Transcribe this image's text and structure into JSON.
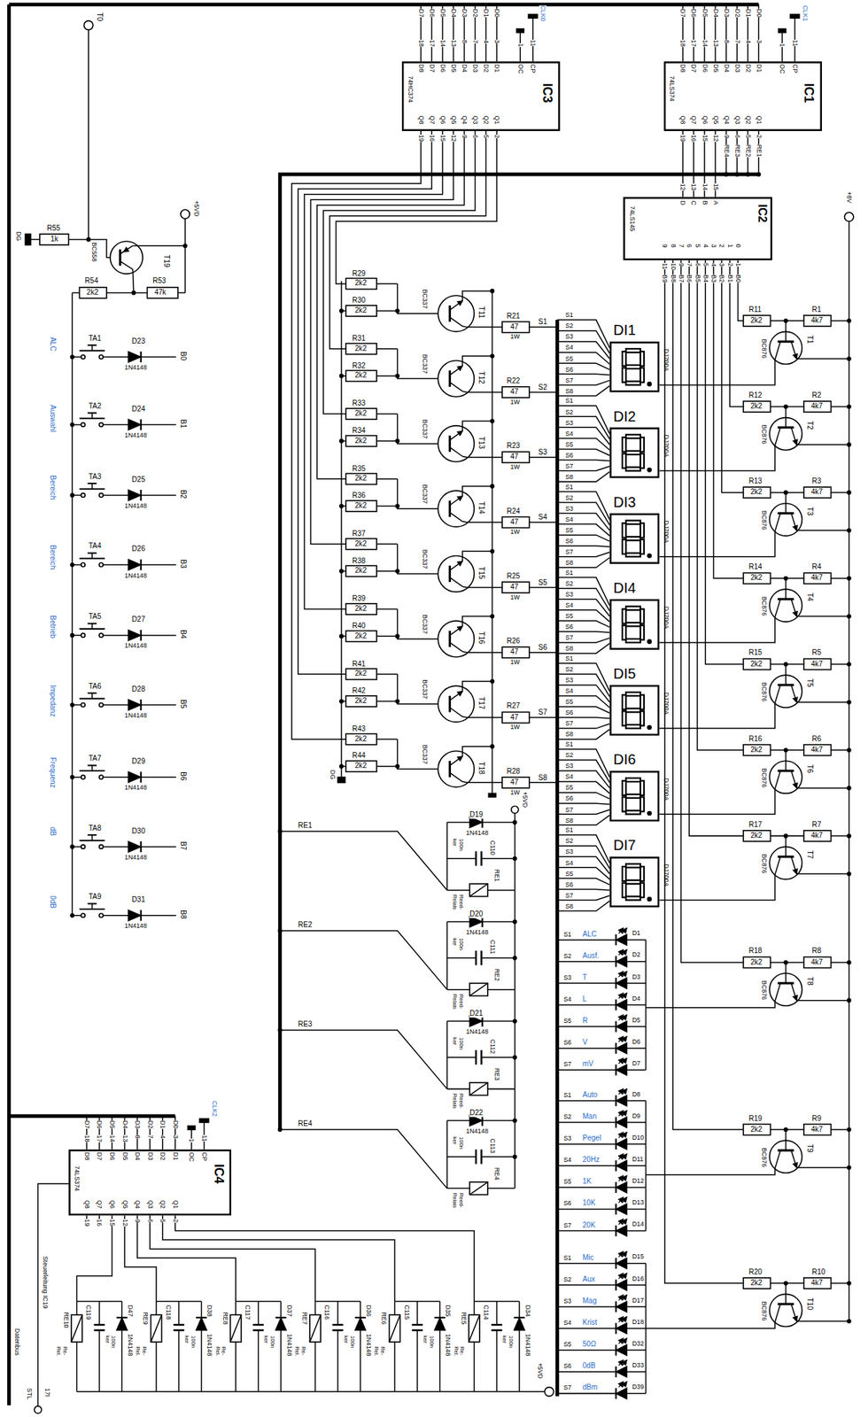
{
  "diagram": {
    "nodes": [
      {
        "text": [
          "IC3",
          "74HC374"
        ]
      },
      {
        "text": [
          "IC1",
          "74LS374"
        ]
      },
      {
        "text": [
          "IC2",
          "74LS145"
        ]
      },
      {
        "text": [
          "DI1",
          "DJ700A"
        ]
      },
      {
        "text": [
          "DI2",
          "DJ700A"
        ]
      },
      {
        "text": [
          "DI3",
          "DJ700A"
        ]
      },
      {
        "text": [
          "DI4",
          "DJ700A"
        ]
      },
      {
        "text": [
          "DI5",
          "DJ700A"
        ]
      },
      {
        "text": [
          "DI6",
          "DJ700A"
        ]
      },
      {
        "text": [
          "DI7",
          "DJ700A"
        ]
      },
      {
        "text": [
          "IC4",
          "74LS374"
        ]
      }
    ],
    "edges": [
      {
        "from": 1,
        "to": 2,
        "arrow": "none"
      }
    ],
    "labels": [
      "T0",
      "+5VD",
      "DG",
      "R55",
      "1k",
      "BC558",
      "T19",
      "R54",
      "2k2",
      "R53",
      "47k",
      "ALC",
      "TA1",
      "D23",
      "1N4148",
      "B0",
      "Auswahl",
      "TA2",
      "D24",
      "1N4148",
      "B1",
      "Bereich",
      "TA3",
      "D25",
      "1N4148",
      "B2",
      "Bereich",
      "TA4",
      "D26",
      "1N4148",
      "B3",
      "Betrieb",
      "TA5",
      "D27",
      "1N4148",
      "B4",
      "Impedanz",
      "TA6",
      "D28",
      "1N4148",
      "B5",
      "Frequenz",
      "TA7",
      "D29",
      "1N4148",
      "B6",
      "dB",
      "TA8",
      "D30",
      "1N4148",
      "B7",
      "0dB",
      "TA9",
      "D31",
      "1N4148",
      "B8",
      "D7",
      "D6",
      "D5",
      "D4",
      "D3",
      "D2",
      "D1",
      "D0",
      "18",
      "17",
      "14",
      "13",
      "8",
      "7",
      "4",
      "3",
      "D8",
      "D7",
      "D6",
      "D5",
      "D4",
      "D3",
      "D2",
      "D1",
      "Q8",
      "Q7",
      "Q6",
      "Q5",
      "Q4",
      "Q3",
      "Q2",
      "Q1",
      "19",
      "16",
      "15",
      "12",
      "9",
      "6",
      "5",
      "2",
      "OC",
      "CP",
      "1",
      "11",
      "CLK0",
      "D7",
      "D6",
      "D5",
      "D4",
      "D3",
      "D2",
      "D1",
      "D0",
      "18",
      "17",
      "14",
      "13",
      "8",
      "7",
      "4",
      "3",
      "D8",
      "D7",
      "D6",
      "D5",
      "D4",
      "D3",
      "D2",
      "D1",
      "Q8",
      "Q7",
      "Q6",
      "Q5",
      "Q4",
      "Q3",
      "Q2",
      "Q1",
      "19",
      "16",
      "15",
      "12",
      "9",
      "6",
      "5",
      "2",
      "OC",
      "CP",
      "1",
      "11",
      "CLK1",
      "RE1",
      "RE2",
      "RE3",
      "RE4",
      "12",
      "13",
      "14",
      "15",
      "D",
      "C",
      "B",
      "A",
      "9",
      "8",
      "7",
      "6",
      "5",
      "4",
      "3",
      "2",
      "1",
      "0",
      "11",
      "10",
      "9",
      "7",
      "6",
      "5",
      "4",
      "3",
      "2",
      "1",
      "B9",
      "B8",
      "B7",
      "B6",
      "B5",
      "B4",
      "B3",
      "B2",
      "B1",
      "B0",
      "D7",
      "D6",
      "D5",
      "D4",
      "D3",
      "D2",
      "D1",
      "D0",
      "18",
      "17",
      "14",
      "13",
      "8",
      "7",
      "4",
      "3",
      "D8",
      "D7",
      "D6",
      "D5",
      "D4",
      "D3",
      "D2",
      "D1",
      "Q8",
      "Q7",
      "Q6",
      "Q5",
      "Q4",
      "Q3",
      "Q2",
      "Q1",
      "19",
      "16",
      "15",
      "12",
      "9",
      "6",
      "5",
      "2",
      "OC",
      "CP",
      "1",
      "11",
      "CLK2",
      "R29",
      "2k2",
      "R30",
      "2k2",
      "BC337",
      "T11",
      "R21",
      "47",
      "1W",
      "S1",
      "R31",
      "2k2",
      "R32",
      "2k2",
      "BC337",
      "T12",
      "R22",
      "47",
      "1W",
      "S2",
      "R33",
      "2k2",
      "R34",
      "2k2",
      "BC337",
      "T13",
      "R23",
      "47",
      "1W",
      "S3",
      "R35",
      "2k2",
      "R36",
      "2k2",
      "BC337",
      "T14",
      "R24",
      "47",
      "1W",
      "S4",
      "R37",
      "2k2",
      "R38",
      "2k2",
      "BC337",
      "T15",
      "R25",
      "47",
      "1W",
      "S5",
      "R39",
      "2k2",
      "R40",
      "2k2",
      "BC337",
      "T16",
      "R26",
      "47",
      "1W",
      "S6",
      "R41",
      "2k2",
      "R42",
      "2k2",
      "BC337",
      "T17",
      "R27",
      "47",
      "1W",
      "S7",
      "R43",
      "2k2",
      "R44",
      "2k2",
      "BC337",
      "T18",
      "R28",
      "47",
      "1W",
      "S8",
      "DG",
      "S1",
      "S2",
      "S3",
      "S4",
      "S5",
      "S6",
      "S7",
      "S8",
      "S1",
      "S2",
      "S3",
      "S4",
      "S5",
      "S6",
      "S7",
      "S8",
      "S1",
      "S2",
      "S3",
      "S4",
      "S5",
      "S6",
      "S7",
      "S8",
      "S1",
      "S2",
      "S3",
      "S4",
      "S5",
      "S6",
      "S7",
      "S8",
      "S1",
      "S2",
      "S3",
      "S4",
      "S5",
      "S6",
      "S7",
      "S8",
      "S1",
      "S2",
      "S3",
      "S4",
      "S5",
      "S6",
      "S7",
      "S8",
      "S1",
      "S2",
      "S3",
      "S4",
      "S5",
      "S6",
      "S7",
      "S8",
      "S1",
      "ALC",
      "D1",
      "S2",
      "Ausf.",
      "D2",
      "S3",
      "T",
      "D3",
      "S4",
      "L",
      "D4",
      "S5",
      "R",
      "D5",
      "S6",
      "V",
      "D6",
      "S7",
      "mV",
      "D7",
      "S1",
      "Auto",
      "D8",
      "S2",
      "Man",
      "D9",
      "S3",
      "Pegel",
      "D10",
      "S4",
      "20Hz",
      "D11",
      "S5",
      "1K",
      "D12",
      "S6",
      "10K",
      "D13",
      "S7",
      "20K",
      "D14",
      "S1",
      "Mic",
      "D15",
      "S2",
      "Aux",
      "D16",
      "S3",
      "Mag",
      "D17",
      "S4",
      "Krist",
      "D18",
      "S5",
      "50Ω",
      "D32",
      "S6",
      "0dB",
      "D33",
      "S7",
      "dBm",
      "D39",
      "R11",
      "2k2",
      "R1",
      "4k7",
      "BC876",
      "T1",
      "R12",
      "2k2",
      "R2",
      "4k7",
      "BC876",
      "T2",
      "R13",
      "2k2",
      "R3",
      "4k7",
      "BC876",
      "T3",
      "R14",
      "2k2",
      "R4",
      "4k7",
      "BC876",
      "T4",
      "R15",
      "2k2",
      "R5",
      "4k7",
      "BC876",
      "T5",
      "R16",
      "2k2",
      "R6",
      "4k7",
      "BC876",
      "T6",
      "R17",
      "2k2",
      "R7",
      "4k7",
      "BC876",
      "T7",
      "R18",
      "2k2",
      "R8",
      "4k7",
      "BC876",
      "T8",
      "R19",
      "2k2",
      "R9",
      "4k7",
      "BC876",
      "T9",
      "R20",
      "2k2",
      "R10",
      "4k7",
      "BC876",
      "T10",
      "+8V",
      "+5VD",
      "RE1",
      "D19",
      "1N4148",
      "C110",
      "100n ker",
      "RE1",
      "Reed- Relais",
      "RE2",
      "D20",
      "1N4148",
      "C111",
      "100n ker",
      "RE2",
      "Reed- Relais",
      "RE3",
      "D21",
      "1N4148",
      "C112",
      "100n ker",
      "RE3",
      "Reed- Relais",
      "RE4",
      "D22",
      "1N4148",
      "C113",
      "100n ker",
      "RE4",
      "Reed- Relais",
      "+5VD",
      "RE5",
      "Re- Rel.",
      "C114",
      "100n ker",
      "D34",
      "1N4148",
      "RE6",
      "Re- Rel.",
      "C115",
      "100n ker",
      "D35",
      "1N4148",
      "RE7",
      "Re- Rel.",
      "C116",
      "100n ker",
      "D36",
      "1N4148",
      "RE8",
      "Re- Rel.",
      "C117",
      "100n ker",
      "D37",
      "1N4148",
      "RE9",
      "Re- Rel.",
      "C118",
      "100n ker",
      "D38",
      "1N4148",
      "RE10",
      "Re- Rel.",
      "C119",
      "100n ker",
      "D47",
      "1N4148",
      "Steuerleitung IC19",
      "Datenbus",
      "STL",
      "17I"
    ]
  }
}
